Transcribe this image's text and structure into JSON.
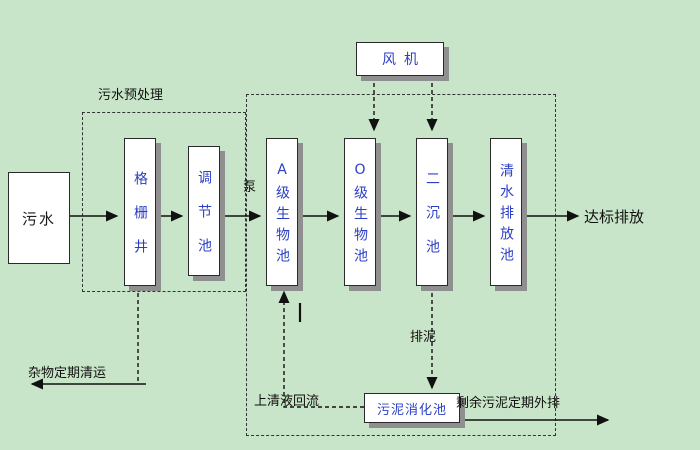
{
  "colors": {
    "background": "#c9e5c9",
    "box_text": "#2b3fc4",
    "shadow": "#8f8f8f"
  },
  "nodes": {
    "sewage": "污水",
    "grid_well": "格栅井",
    "regulating_tank": "调节池",
    "a_bio_tank": "A级生物池",
    "o_bio_tank": "O级生物池",
    "secondary_tank": "二沉池",
    "clear_water_tank": "清水排放池",
    "blower": "风机",
    "sludge_digestion_tank": "污泥消化池"
  },
  "labels": {
    "pretreatment": "污水预处理",
    "pump": "泵",
    "debris_removal": "杂物定期清运",
    "supernatant_reflux": "上清液回流",
    "sludge_discharge": "排泥",
    "excess_sludge": "剩余污泥定期外排",
    "discharge": "达标排放"
  }
}
